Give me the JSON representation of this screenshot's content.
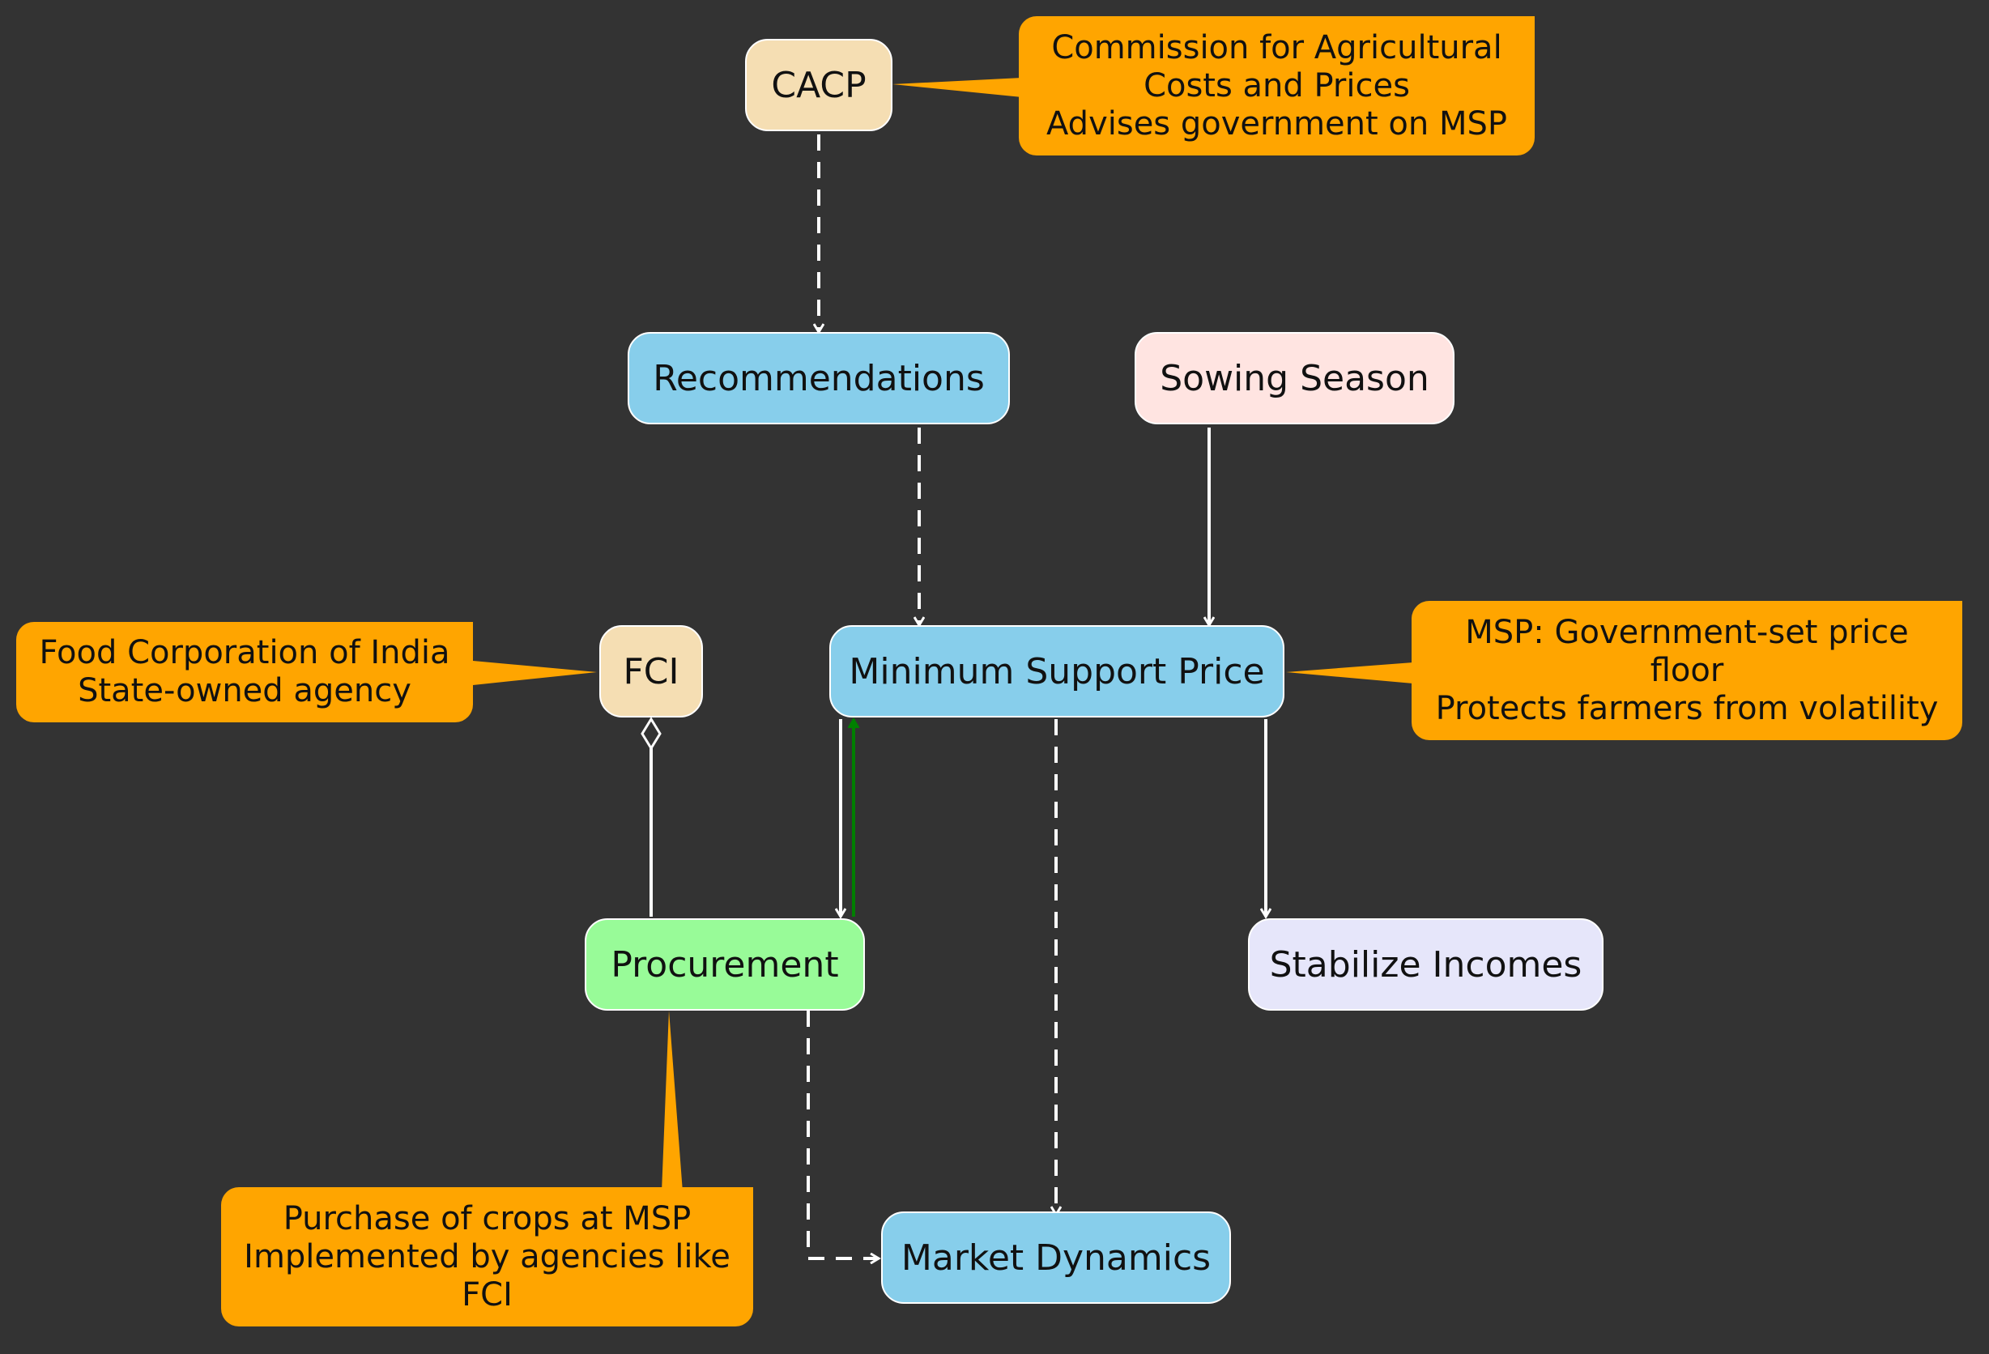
{
  "colors": {
    "background": "#333333",
    "edge": "#ffffff",
    "feedback_edge": "#008000",
    "note_fill": "#FFA500",
    "org_fill": "#F5DEB3",
    "blue_fill": "#87CEEB",
    "procurement_fill": "#98FB98",
    "sowing_fill": "#FFE4E1",
    "stabilize_fill": "#E6E6FA"
  },
  "nodes": {
    "cacp": "CACP",
    "recommendations": "Recommendations",
    "sowing_season": "Sowing Season",
    "fci": "FCI",
    "msp": "Minimum Support Price",
    "procurement": "Procurement",
    "stabilize_incomes": "Stabilize Incomes",
    "market_dynamics": "Market Dynamics"
  },
  "notes": {
    "cacp": [
      "Commission for Agricultural",
      "Costs and Prices",
      "Advises government on MSP"
    ],
    "fci": [
      "Food Corporation of India",
      "State-owned agency"
    ],
    "msp": [
      "MSP: Government-set price",
      "floor",
      "Protects farmers from volatility"
    ],
    "procurement": [
      "Purchase of crops at MSP",
      "Implemented by agencies like",
      "FCI"
    ]
  }
}
